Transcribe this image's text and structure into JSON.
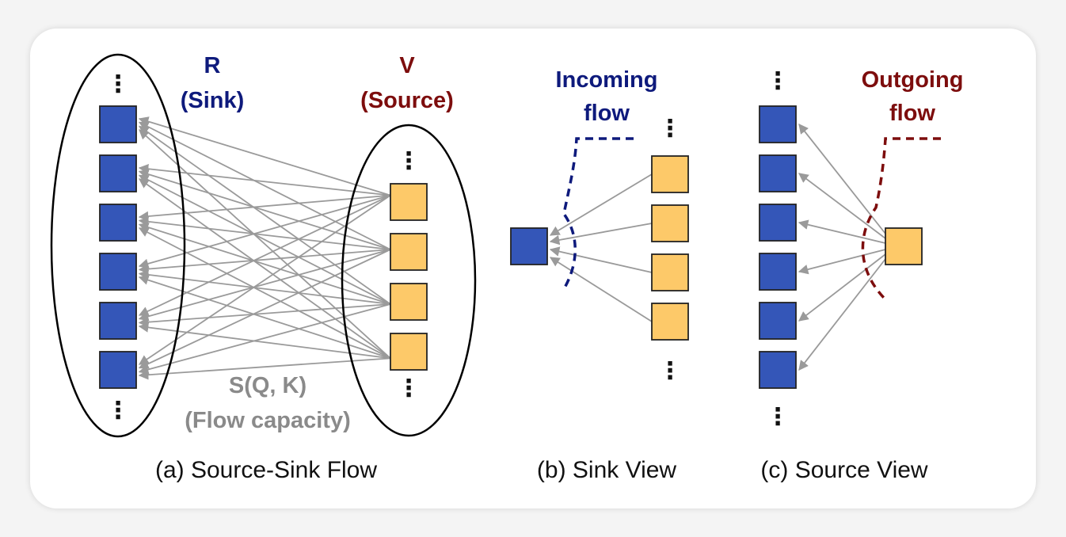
{
  "colors": {
    "sink_node": "#3456b8",
    "source_node": "#fdc969",
    "edge": "#9a9a9a",
    "sink_label": "#0e1a7c",
    "source_label": "#7d0d0d",
    "flow_label": "#8a8a8a"
  },
  "panel_a": {
    "sink_title": "R",
    "sink_subtitle": "(Sink)",
    "source_title": "V",
    "source_subtitle": "(Source)",
    "edge_label_line1": "S(Q, K)",
    "edge_label_line2": "(Flow capacity)",
    "caption": "(a) Source-Sink Flow",
    "sink_node_count": 6,
    "source_node_count": 4
  },
  "panel_b": {
    "flow_label_line1": "Incoming",
    "flow_label_line2": "flow",
    "caption": "(b) Sink View",
    "source_node_count": 4
  },
  "panel_c": {
    "flow_label_line1": "Outgoing",
    "flow_label_line2": "flow",
    "caption": "(c) Source View",
    "sink_node_count": 6
  },
  "ellipsis": "⋮"
}
